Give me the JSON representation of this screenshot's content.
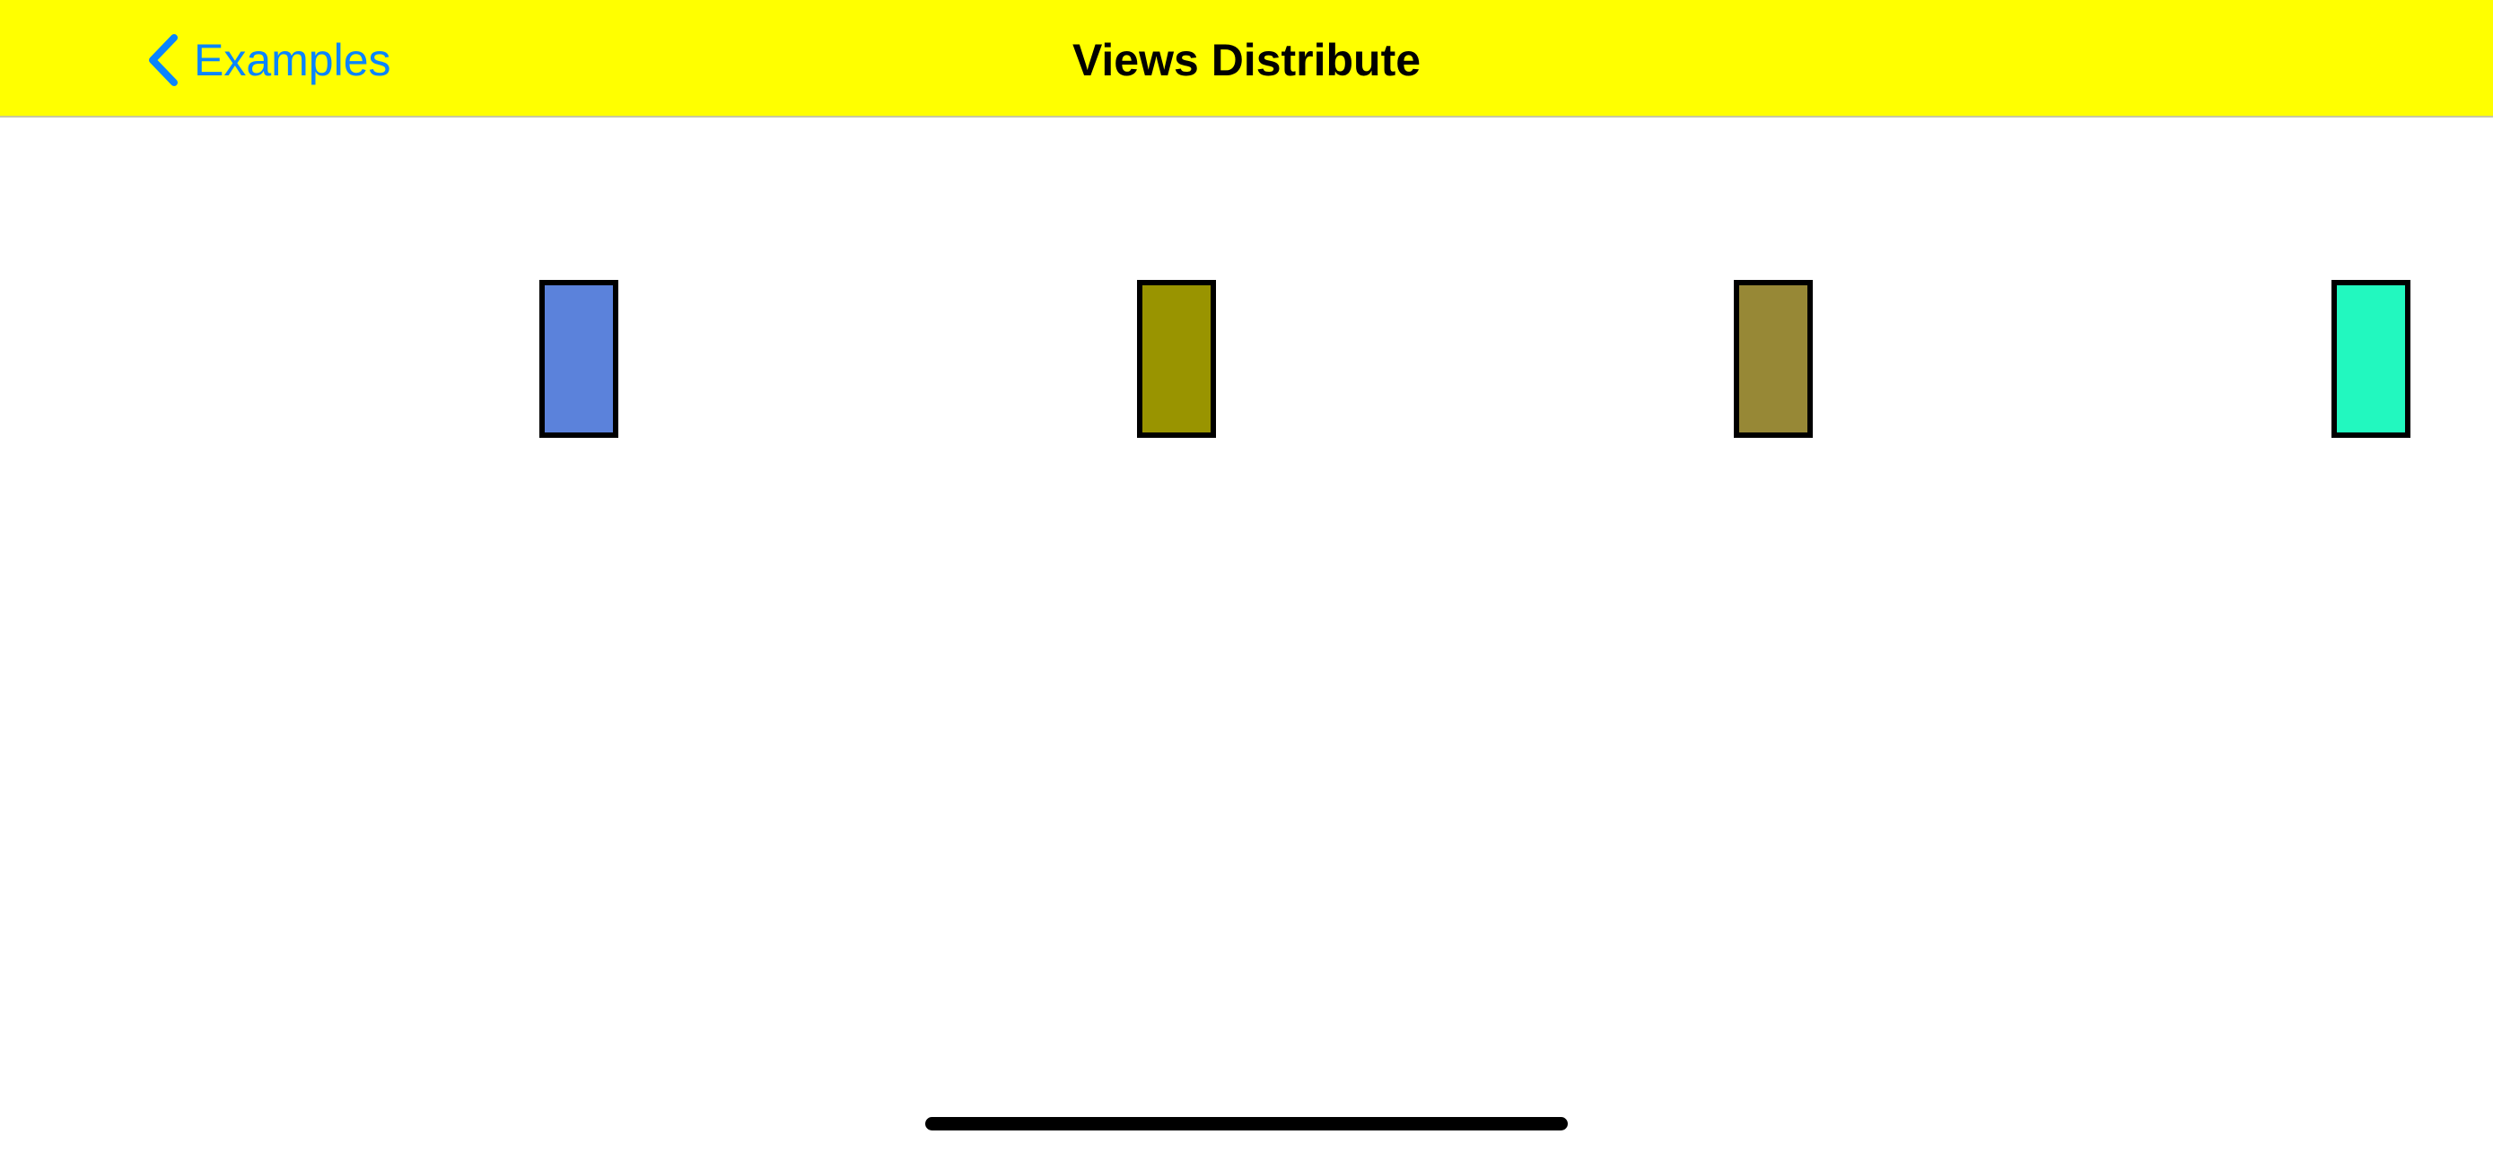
{
  "nav": {
    "back_label": "Examples",
    "back_icon": "chevron-left-icon",
    "title": "Views Distribute",
    "background_color": "#ffff00",
    "accent_color": "#0a84ff"
  },
  "boxes": [
    {
      "name": "box-blue",
      "color": "#5b82db"
    },
    {
      "name": "box-olive",
      "color": "#999400"
    },
    {
      "name": "box-khaki",
      "color": "#978836"
    },
    {
      "name": "box-aqua",
      "color": "#22f8bf"
    }
  ]
}
